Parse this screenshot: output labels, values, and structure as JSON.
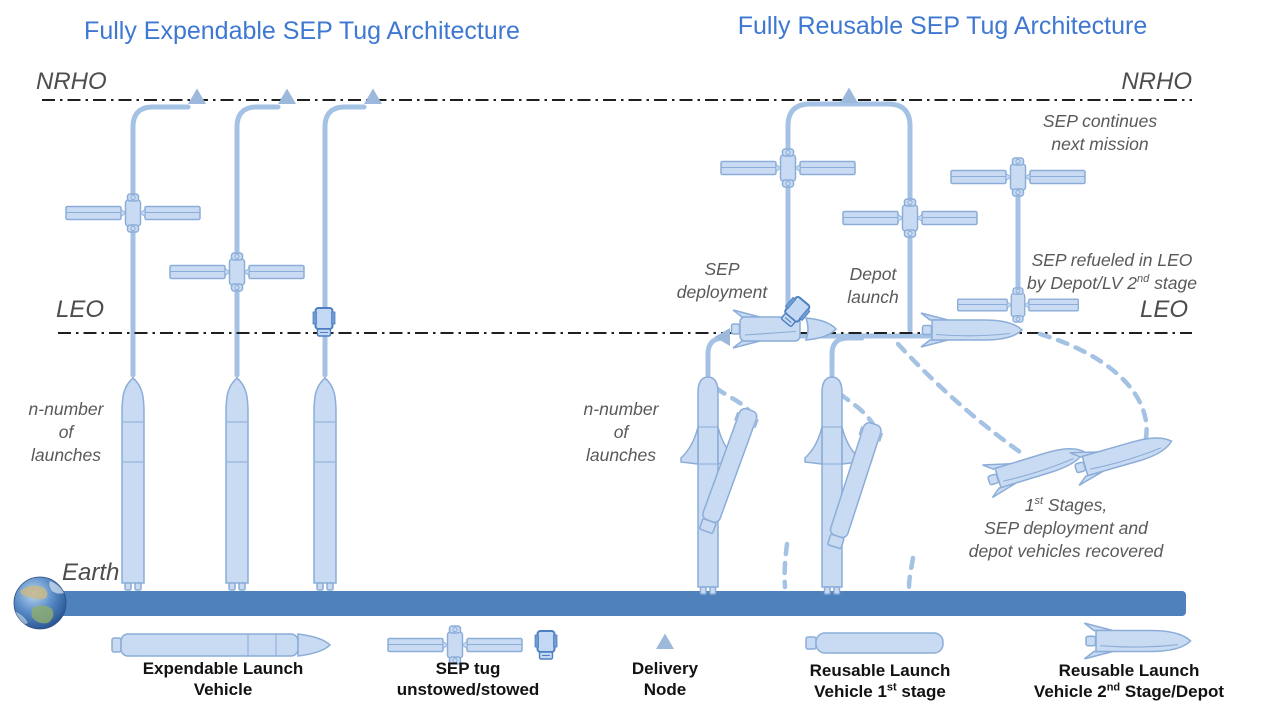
{
  "left": {
    "title": "Fully Expendable SEP Tug Architecture",
    "nrho_label": "NRHO",
    "leo_label": "LEO",
    "earth_label": "Earth",
    "n_launches": [
      "n-number",
      "of",
      "launches"
    ]
  },
  "right": {
    "title": "Fully Reusable SEP Tug Architecture",
    "nrho_label": "NRHO",
    "leo_label": "LEO",
    "n_launches": [
      "n-number",
      "of",
      "launches"
    ],
    "annotations": {
      "sep_continues": [
        "SEP continues",
        "next mission"
      ],
      "sep_deployment": [
        "SEP",
        "deployment"
      ],
      "depot_launch": [
        "Depot",
        "launch"
      ],
      "sep_refueled": {
        "line1": "SEP refueled in LEO",
        "line2_pre": "by Depot/LV 2",
        "line2_sup": "nd",
        "line2_post": " stage"
      },
      "recovered": {
        "line1_pre": "1",
        "line1_sup": "st",
        "line1_post": " Stages,",
        "line2": "SEP deployment and",
        "line3": "depot vehicles recovered"
      }
    }
  },
  "legend": {
    "items": [
      {
        "line1": "Expendable Launch",
        "line2": "Vehicle"
      },
      {
        "line1": "SEP tug",
        "line2": "unstowed/stowed"
      },
      {
        "line1": "Delivery",
        "line2": "Node"
      },
      {
        "line1": "Reusable Launch",
        "line2_pre": "Vehicle 1",
        "line2_sup": "st",
        "line2_post": " stage"
      },
      {
        "line1": "Reusable Launch",
        "line2_pre": "Vehicle 2",
        "line2_sup": "nd",
        "line2_post": " Stage/Depot"
      }
    ]
  },
  "colors": {
    "title_blue": "#3e78d2",
    "text_gray": "#595959",
    "shape_fill": "#c9dbf2",
    "shape_stroke": "#8badd8",
    "trajectory_blue": "#a4c2e4",
    "earth_bar_blue": "#4f81bd"
  }
}
